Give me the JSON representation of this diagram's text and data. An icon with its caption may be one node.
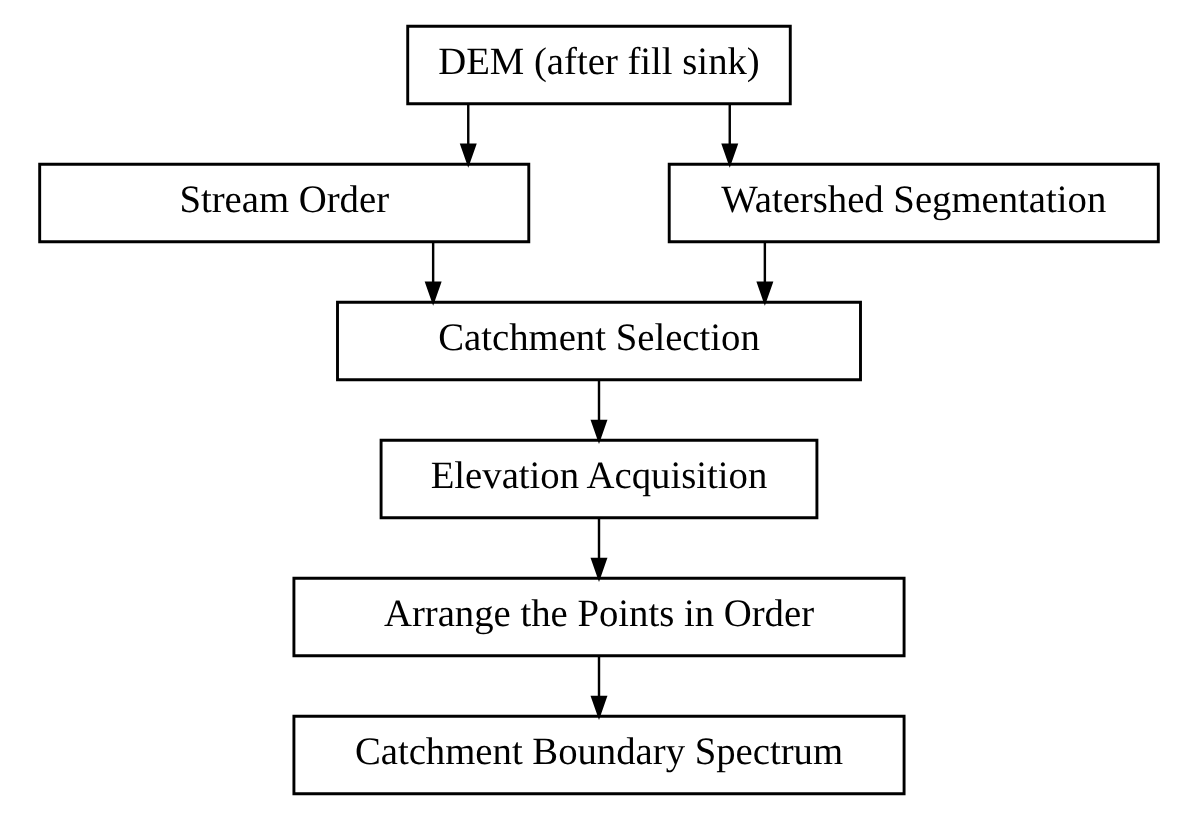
{
  "diagram": {
    "nodes": [
      {
        "text": [
          "DEM (after fill sink)"
        ]
      },
      {
        "text": [
          "Stream Order"
        ]
      },
      {
        "text": [
          "Watershed Segmentation"
        ]
      },
      {
        "text": [
          "Catchment Selection"
        ]
      },
      {
        "text": [
          "Elevation Acquisition"
        ]
      },
      {
        "text": [
          "Arrange the Points in Order"
        ]
      },
      {
        "text": [
          "Catchment Boundary Spectrum"
        ]
      }
    ],
    "edges": [
      {
        "from": 0,
        "to": 1,
        "arrow": "to"
      },
      {
        "from": 0,
        "to": 2,
        "arrow": "to"
      },
      {
        "from": 1,
        "to": 3,
        "arrow": "to"
      },
      {
        "from": 2,
        "to": 3,
        "arrow": "to"
      },
      {
        "from": 3,
        "to": 4,
        "arrow": "to"
      },
      {
        "from": 4,
        "to": 5,
        "arrow": "to"
      },
      {
        "from": 5,
        "to": 6,
        "arrow": "to"
      }
    ]
  }
}
